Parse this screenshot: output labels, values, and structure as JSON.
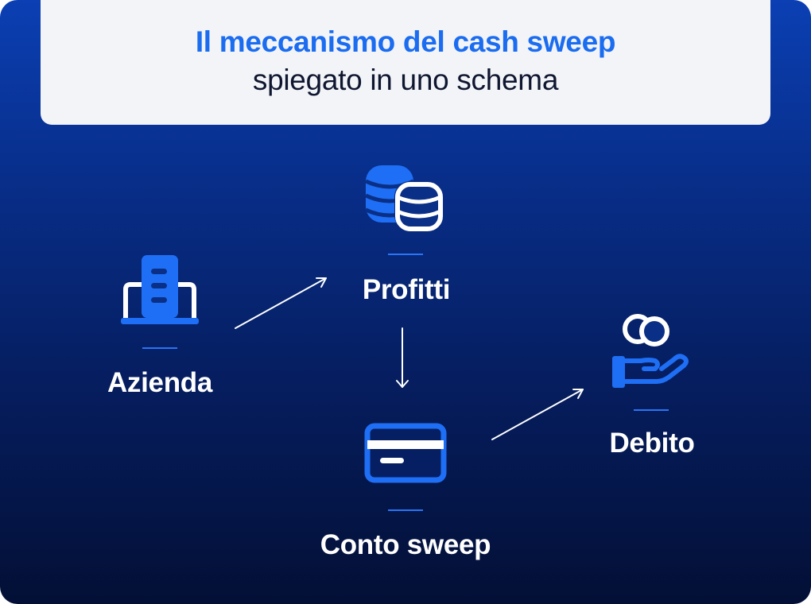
{
  "header": {
    "title": "Il meccanismo del cash sweep",
    "subtitle": "spiegato in uno schema"
  },
  "colors": {
    "accent_blue": "#1a6cf0",
    "icon_blue": "#1e6ff5",
    "background_top": "#0b3fb3",
    "background_bottom": "#030f35",
    "label_white": "#ffffff"
  },
  "nodes": {
    "azienda": {
      "label": "Azienda",
      "icon": "building-icon"
    },
    "profitti": {
      "label": "Profitti",
      "icon": "coins-stack-icon"
    },
    "conto": {
      "label": "Conto sweep",
      "icon": "credit-card-icon"
    },
    "debito": {
      "label": "Debito",
      "icon": "hand-coins-icon"
    }
  }
}
